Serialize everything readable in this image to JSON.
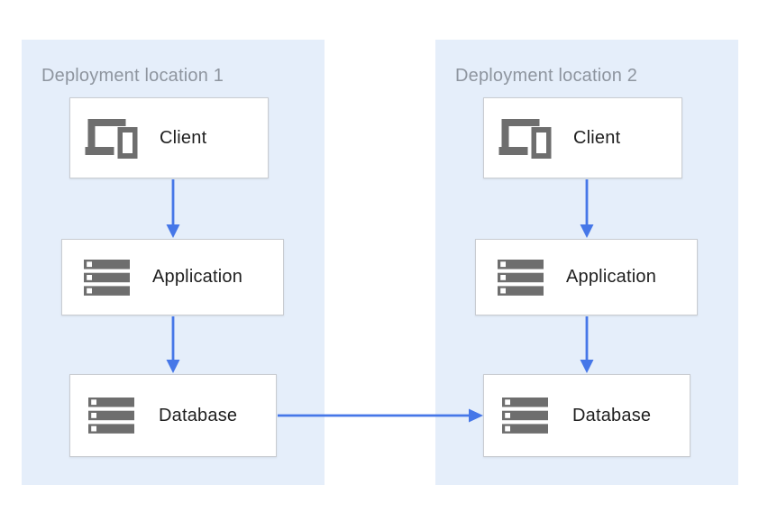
{
  "diagram": {
    "locations": [
      {
        "title": "Deployment location 1",
        "nodes": [
          {
            "id": "client",
            "label": "Client",
            "icon": "devices-icon"
          },
          {
            "id": "application",
            "label": "Application",
            "icon": "server-stack-icon"
          },
          {
            "id": "database",
            "label": "Database",
            "icon": "server-stack-icon"
          }
        ]
      },
      {
        "title": "Deployment location 2",
        "nodes": [
          {
            "id": "client",
            "label": "Client",
            "icon": "devices-icon"
          },
          {
            "id": "application",
            "label": "Application",
            "icon": "server-stack-icon"
          },
          {
            "id": "database",
            "label": "Database",
            "icon": "server-stack-icon"
          }
        ]
      }
    ],
    "edges": [
      {
        "from": "location-1-client",
        "to": "location-1-application",
        "direction": "down"
      },
      {
        "from": "location-1-application",
        "to": "location-1-database",
        "direction": "down"
      },
      {
        "from": "location-2-client",
        "to": "location-2-application",
        "direction": "down"
      },
      {
        "from": "location-2-application",
        "to": "location-2-database",
        "direction": "down"
      },
      {
        "from": "location-1-database",
        "to": "location-2-database",
        "direction": "right"
      }
    ],
    "colors": {
      "panel_background": "#e5eefa",
      "arrow_blue": "#4677e8",
      "icon_gray": "#6e6e6e",
      "title_gray": "#8e959f",
      "node_border": "#c9ccd1",
      "node_background": "#ffffff",
      "label_text": "#1f1f1f"
    }
  }
}
